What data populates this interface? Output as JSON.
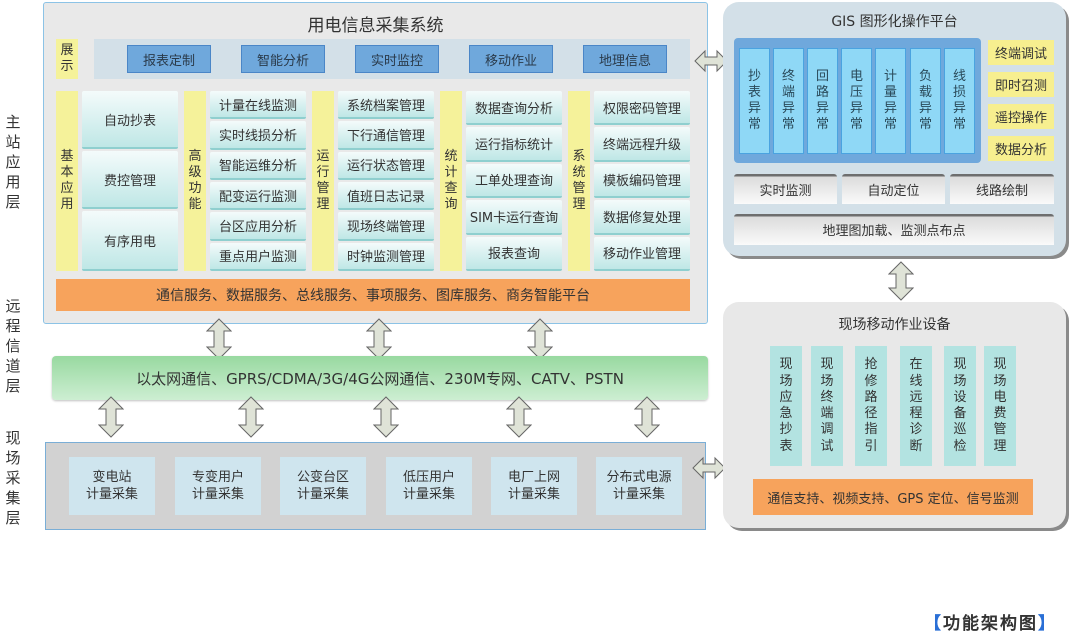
{
  "layer_labels": {
    "master": "主站应用层",
    "channel": "远程信道层",
    "field": "现场采集层"
  },
  "main_system": {
    "title": "用电信息采集系统",
    "display_label": "展示",
    "display_buttons": [
      "报表定制",
      "智能分析",
      "实时监控",
      "移动作业",
      "地理信息"
    ],
    "groups": [
      {
        "label": "基本应用",
        "items": [
          "自动抄表",
          "费控管理",
          "有序用电"
        ]
      },
      {
        "label": "高级功能",
        "items": [
          "计量在线监测",
          "实时线损分析",
          "智能运维分析",
          "配变运行监测",
          "台区应用分析",
          "重点用户监测"
        ]
      },
      {
        "label": "运行管理",
        "items": [
          "系统档案管理",
          "下行通信管理",
          "运行状态管理",
          "值班日志记录",
          "现场终端管理",
          "时钟监测管理"
        ]
      },
      {
        "label": "统计查询",
        "items": [
          "数据查询分析",
          "运行指标统计",
          "工单处理查询",
          "SIM卡运行查询",
          "报表查询"
        ]
      },
      {
        "label": "系统管理",
        "items": [
          "权限密码管理",
          "终端远程升级",
          "模板编码管理",
          "数据修复处理",
          "移动作业管理"
        ]
      }
    ],
    "service_bar": "通信服务、数据服务、总线服务、事项服务、图库服务、商务智能平台"
  },
  "channel": {
    "text": "以太网通信、GPRS/CDMA/3G/4G公网通信、230M专网、CATV、PSTN"
  },
  "field_collection": {
    "items": [
      {
        "line1": "变电站",
        "line2": "计量采集"
      },
      {
        "line1": "专变用户",
        "line2": "计量采集"
      },
      {
        "line1": "公变台区",
        "line2": "计量采集"
      },
      {
        "line1": "低压用户",
        "line2": "计量采集"
      },
      {
        "line1": "电厂上网",
        "line2": "计量采集"
      },
      {
        "line1": "分布式电源",
        "line2": "计量采集"
      }
    ]
  },
  "gis": {
    "title": "GIS 图形化操作平台",
    "anomalies": [
      "抄表异常",
      "终端异常",
      "回路异常",
      "电压异常",
      "计量异常",
      "负载异常",
      "线损异常"
    ],
    "side_buttons": [
      "终端调试",
      "即时召测",
      "遥控操作",
      "数据分析"
    ],
    "tools": [
      "实时监测",
      "自动定位",
      "线路绘制"
    ],
    "map_bar": "地理图加载、监测点布点"
  },
  "mobile": {
    "title": "现场移动作业设备",
    "functions": [
      "现场应急抄表",
      "现场终端调试",
      "抢修路径指引",
      "在线远程诊断",
      "现场设备巡检",
      "现场电费管理"
    ],
    "support_bar": "通信支持、视频支持、GPS 定位、信号监测"
  },
  "caption": {
    "open": "【",
    "text": "功能架构图",
    "close": "】"
  },
  "colors": {
    "display_button": "#6fa8dc",
    "yellow_label": "#f5f29a",
    "orange_bar": "#f7a35c",
    "channel_green": "#98d9a0",
    "gis_panel": "#6fa8dc",
    "anomaly_cell": "#8fd8f6"
  }
}
